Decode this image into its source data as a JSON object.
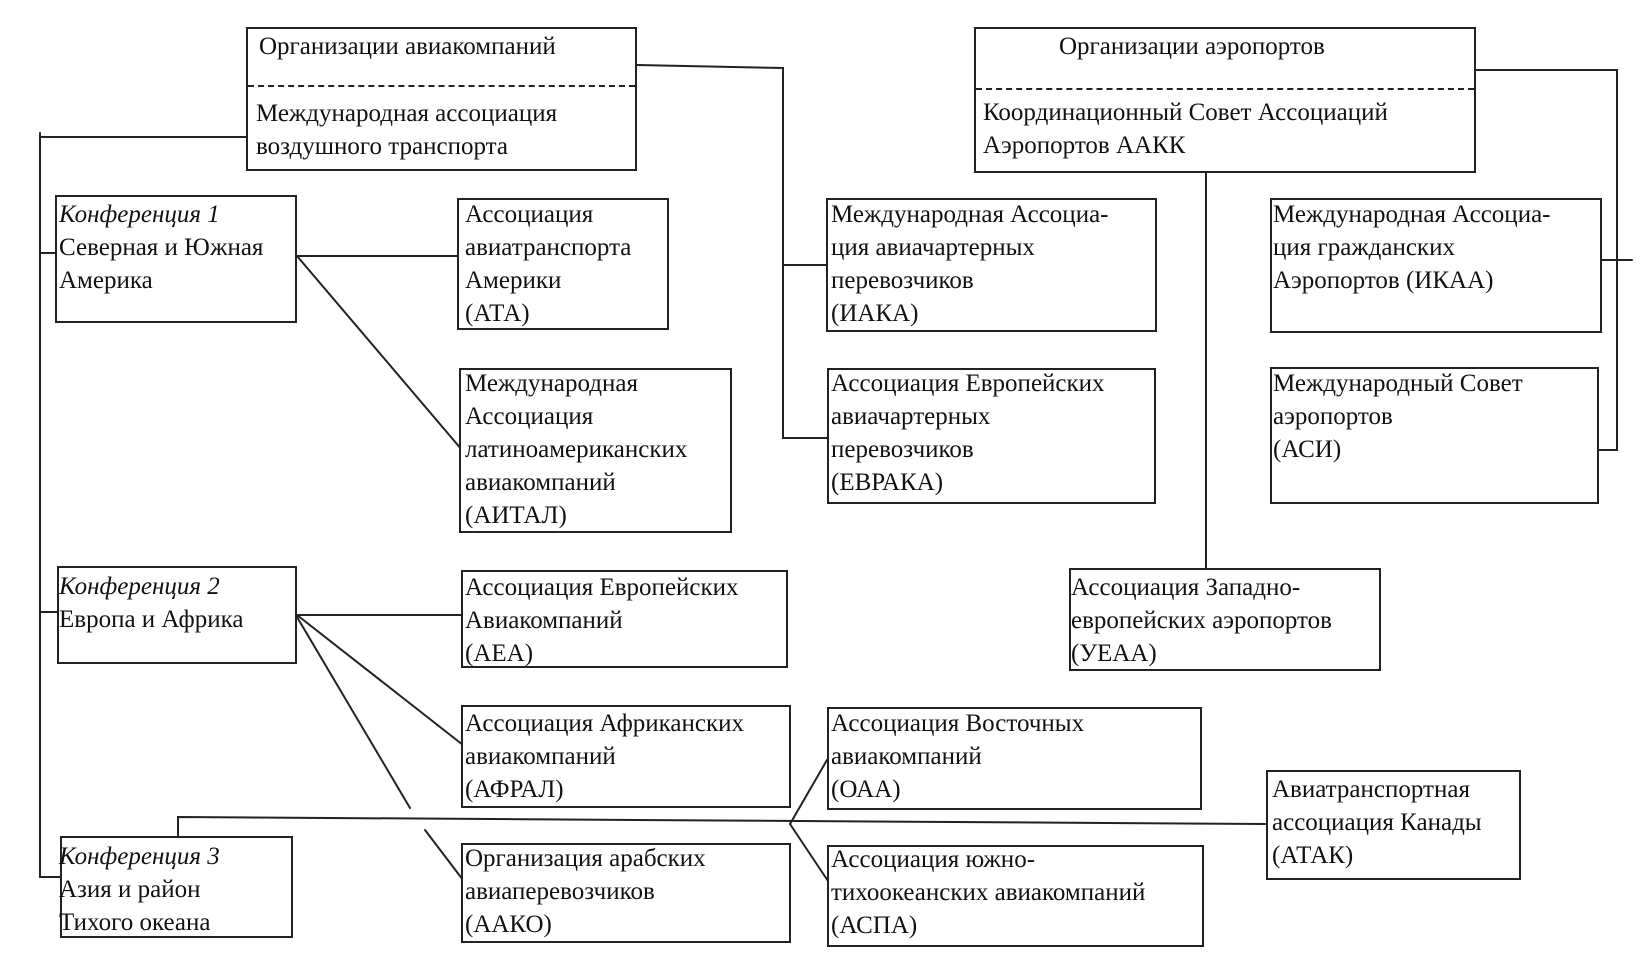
{
  "airlines_org": {
    "header": "Организации авиакомпаний",
    "body": [
      "Международная ассоциация",
      "воздушного транспорта"
    ]
  },
  "airports_org": {
    "header": "Организации аэропортов",
    "body": [
      "Координационный Совет Ассоциаций",
      "Аэропортов ААКК"
    ]
  },
  "conferences": [
    {
      "title": "Конференция 1",
      "lines": [
        "Северная и Южная",
        "Америка"
      ]
    },
    {
      "title": "Конференция 2",
      "lines": [
        "Европа и Африка"
      ]
    },
    {
      "title": "Конференция 3",
      "lines": [
        "Азия и район",
        "Тихого океана"
      ]
    }
  ],
  "boxes": {
    "ata": [
      "Ассоциация",
      "авиатранспорта",
      "Америки",
      "(АТА)"
    ],
    "aital": [
      "Международная",
      "Ассоциация",
      "латиноамериканских",
      "авиакомпаний",
      "(АИТАЛ)"
    ],
    "aea": [
      "Ассоциация Европейских",
      "Авиакомпаний",
      "(АЕА)"
    ],
    "afral": [
      "Ассоциация Африканских",
      "авиакомпаний",
      "(АФРАЛ)"
    ],
    "aako": [
      "Организация арабских",
      "авиаперевозчиков",
      "(ААКО)"
    ],
    "iaka": [
      "Международная Ассоциа-",
      "ция авиачартерных",
      "перевозчиков",
      "(ИАКА)"
    ],
    "euraka": [
      "Ассоциация Европейских",
      "авиачартерных",
      "перевозчиков",
      "(ЕВРАКА)"
    ],
    "oaa": [
      "Ассоциация Восточных",
      "авиакомпаний",
      "(ОАА)"
    ],
    "aspa": [
      "Ассоциация южно-",
      "тихоокеанских авиакомпаний",
      "(АСПА)"
    ],
    "ikaa": [
      "Международная Ассоциа-",
      "ция гражданских",
      "Аэропортов (ИКАА)"
    ],
    "asi": [
      "Международный Совет",
      "аэропортов",
      "(АСИ)"
    ],
    "ueaa": [
      "Ассоциация Западно-",
      "европейских аэропортов",
      "(УЕАА)"
    ],
    "atak": [
      "Авиатранспортная",
      "ассоциация Канады",
      "(АТАК)"
    ]
  }
}
